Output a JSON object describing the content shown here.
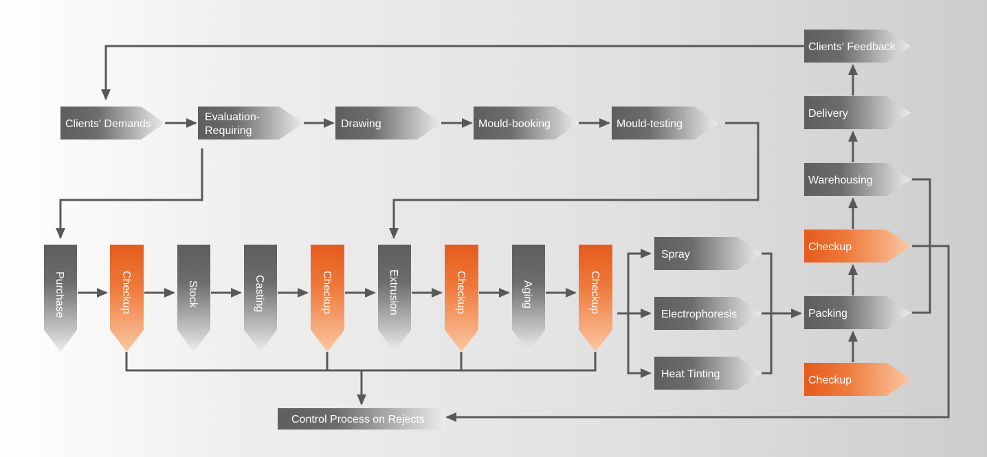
{
  "colors": {
    "gray_start": "#5e5e5e",
    "gray_end": "#ececec",
    "orange_start": "#e55b1c",
    "orange_end": "#fbc7a2",
    "arrow": "#585858",
    "text": "#ffffff"
  },
  "nodes": {
    "clients_demands": "Clients' Demands",
    "evaluation_line1": "Evaluation-",
    "evaluation_line2": "Requiring",
    "drawing": "Drawing",
    "mould_booking": "Mould-booking",
    "mould_testing": "Mould-testing",
    "clients_feedback": "Clients' Feedback",
    "delivery": "Delivery",
    "warehousing": "Warehousing",
    "checkup_upper": "Checkup",
    "packing": "Packing",
    "checkup_lower": "Checkup",
    "spray": "Spray",
    "electrophoresis": "Electrophoresis",
    "heat_tinting": "Heat Tinting",
    "purchase": "Purchase",
    "checkup_1": "Checkup",
    "stock": "Stock",
    "casting": "Casting",
    "checkup_2": "Checkup",
    "extrusion": "Extrusion",
    "checkup_3": "Checkup",
    "aging": "Aging",
    "checkup_4": "Checkup",
    "control_rejects": "Control Process on Rejects"
  }
}
